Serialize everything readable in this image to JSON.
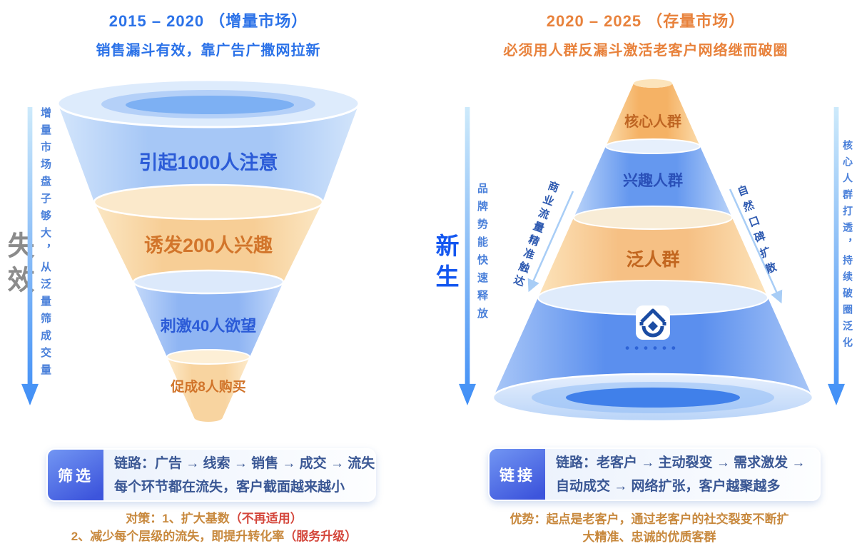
{
  "left_panel": {
    "title": "2015 – 2020 （增量市场）",
    "subtitle": "销售漏斗有效，靠广告广撒网拉新",
    "status_label": "失效",
    "axis_label": "增量市场盘子够大，从泛量筛成交量",
    "funnel_layers": [
      {
        "label": "引起1000人注意"
      },
      {
        "label": "诱发200人兴趣"
      },
      {
        "label": "刺激40人欲望"
      },
      {
        "label": "促成8人购买"
      }
    ],
    "summary": {
      "tag": "筛选",
      "line1": "链路：广告 → 线索 → 销售 → 成交 → 流失",
      "line2": "每个环节都在流失，客户截面越来越小"
    },
    "footnote": {
      "line1_main": "对策：1、扩大基数",
      "line1_em": "（不再适用）",
      "line2_main": "2、减少每个层级的流失，即提升转化率",
      "line2_em": "（服务升级）"
    }
  },
  "right_panel": {
    "title": "2020 – 2025 （存量市场）",
    "subtitle": "必须用人群反漏斗激活老客户网络继而破圈",
    "status_label": "新生",
    "brand_axis_label": "品牌势能快速释放",
    "right_axis_label": "核心人群打透，持续破圈泛化",
    "diagonal_left_label": "商业流量精准触达",
    "diagonal_right_label": "自然口碑扩散",
    "pyramid_layers": [
      {
        "label": "核心人群"
      },
      {
        "label": "兴趣人群"
      },
      {
        "label": "泛人群"
      }
    ],
    "ellipsis_dots": "••••••",
    "summary": {
      "tag": "链接",
      "line1": "链路：老客户 → 主动裂变 → 需求激发 →",
      "line2": "自动成交 → 网络扩张，客户越聚越多"
    },
    "footnote": {
      "line1": "优势：起点是老客户，通过老客户的社交裂变不断扩",
      "line2": "大精准、忠诚的优质客群"
    }
  },
  "colors": {
    "accent_blue": "#2B72E8",
    "accent_orange": "#E8823C",
    "status_gray": "#8B8B8B",
    "status_blue": "#1457F0",
    "funnel_text_blue": "#2B5BD7",
    "funnel_text_orange": "#D2752B",
    "summary_text": "#3A5794",
    "footnote_gold": "#C8893E",
    "footnote_red": "#D4473C"
  }
}
